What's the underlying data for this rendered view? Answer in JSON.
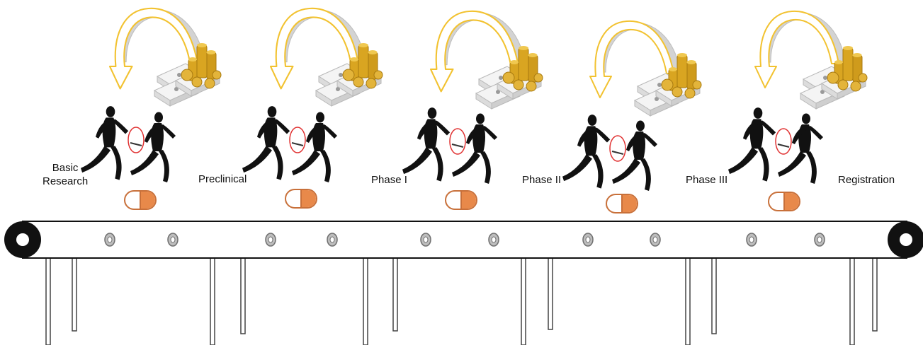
{
  "stages": [
    {
      "label_lines": [
        "Basic",
        "Research"
      ]
    },
    {
      "label_lines": [
        "Preclinical"
      ]
    },
    {
      "label_lines": [
        "Phase I"
      ]
    },
    {
      "label_lines": [
        "Phase II"
      ]
    },
    {
      "label_lines": [
        "Phase III"
      ]
    },
    {
      "label_lines": [
        "Registration"
      ]
    }
  ],
  "handoffs": [
    {
      "icons": [
        "money-arrow-icon",
        "relay-runners-icon",
        "pill-capsule-icon"
      ]
    },
    {
      "icons": [
        "money-arrow-icon",
        "relay-runners-icon",
        "pill-capsule-icon"
      ]
    },
    {
      "icons": [
        "money-arrow-icon",
        "relay-runners-icon",
        "pill-capsule-icon"
      ]
    },
    {
      "icons": [
        "money-arrow-icon",
        "relay-runners-icon",
        "pill-capsule-icon"
      ]
    },
    {
      "icons": [
        "money-arrow-icon",
        "relay-runners-icon",
        "pill-capsule-icon"
      ]
    }
  ],
  "conveyor": {
    "icon": "conveyor-belt-icon"
  },
  "colors": {
    "arrow_outline": "#f2c230",
    "arrow_shadow": "#cfcfcf",
    "pill_fill": "#e8894a",
    "pill_outline": "#c8703a",
    "baton_circle": "#e03030",
    "runner": "#111111",
    "coin": "#d9a521",
    "banknote": "#e9e9e9"
  }
}
